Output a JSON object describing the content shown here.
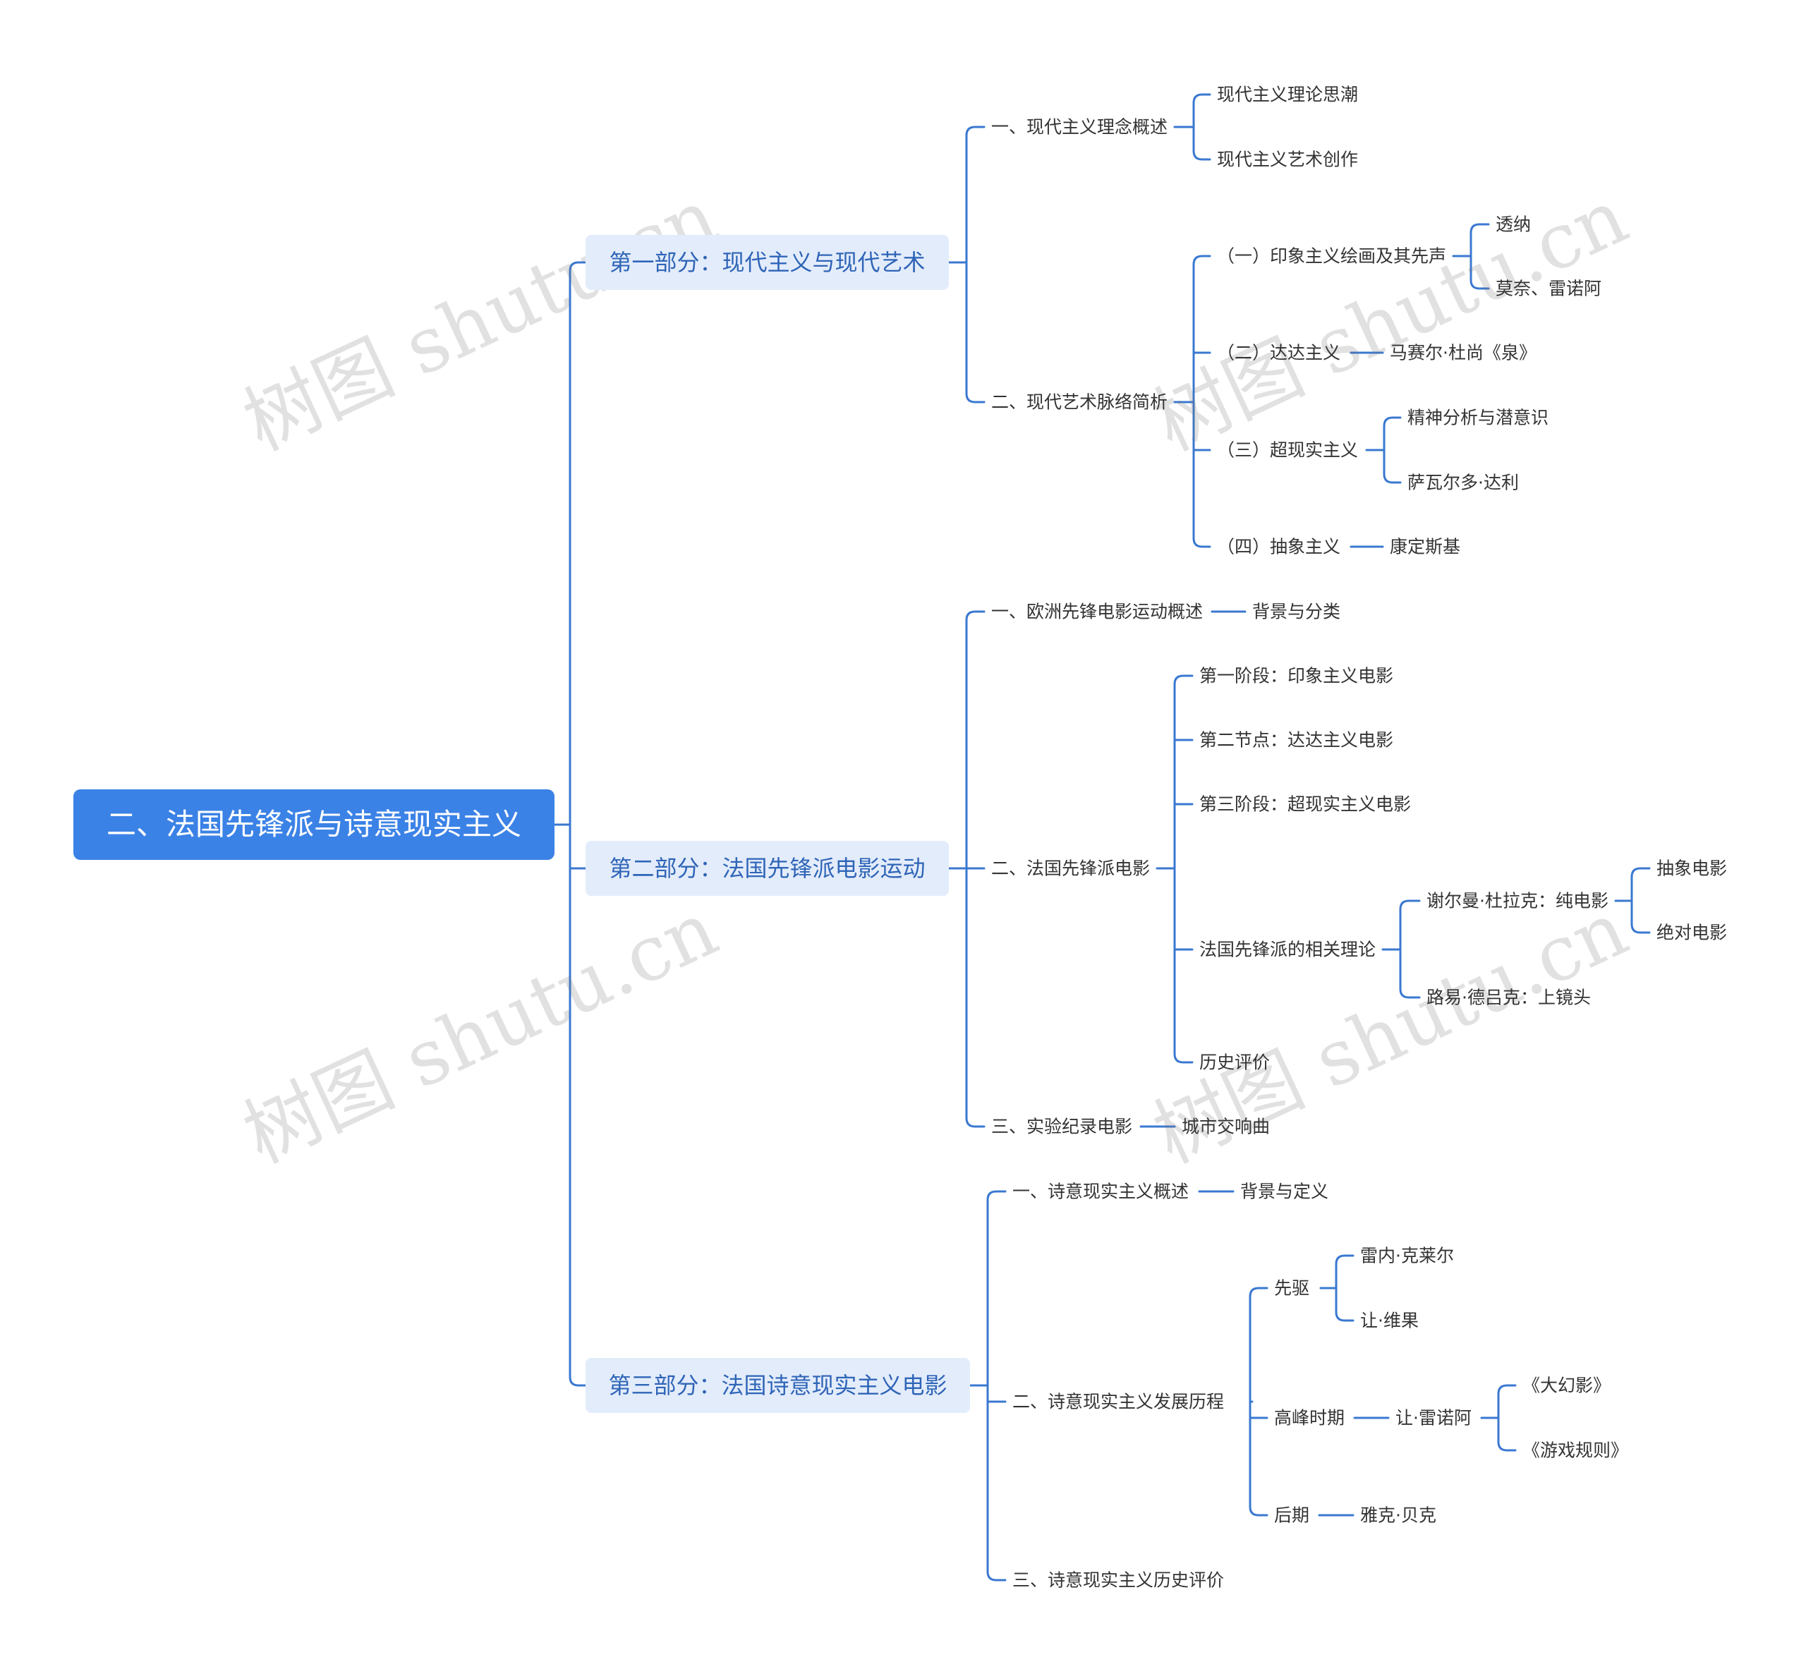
{
  "root": "二、法国先锋派与诗意现实主义",
  "watermark": "树图 shutu.cn",
  "link_color": "#3a78d0",
  "root_color": "#3b82e6",
  "branch_bg": "#e3ecfb",
  "part1": {
    "title": "第一部分：现代主义与现代艺术",
    "s1": {
      "label": "一、现代主义理念概述",
      "c1": "现代主义理论思潮",
      "c2": "现代主义艺术创作"
    },
    "s2": {
      "label": "二、现代艺术脉络简析",
      "a": {
        "label": "（一）印象主义绘画及其先声",
        "c1": "透纳",
        "c2": "莫奈、雷诺阿"
      },
      "b": {
        "label": "（二）达达主义",
        "c1": "马赛尔·杜尚《泉》"
      },
      "c": {
        "label": "（三）超现实主义",
        "c1": "精神分析与潜意识",
        "c2": "萨瓦尔多·达利"
      },
      "d": {
        "label": "（四）抽象主义",
        "c1": "康定斯基"
      }
    }
  },
  "part2": {
    "title": "第二部分：法国先锋派电影运动",
    "s1": {
      "label": "一、欧洲先锋电影运动概述",
      "c1": "背景与分类"
    },
    "s2": {
      "label": "二、法国先锋派电影",
      "p1": "第一阶段：印象主义电影",
      "p2": "第二节点：达达主义电影",
      "p3": "第三阶段：超现实主义电影",
      "theory": {
        "label": "法国先锋派的相关理论",
        "g": {
          "label": "谢尔曼·杜拉克：纯电影",
          "c1": "抽象电影",
          "c2": "绝对电影"
        },
        "l": "路易·德吕克：上镜头"
      },
      "eval": "历史评价"
    },
    "s3": {
      "label": "三、实验纪录电影",
      "c1": "城市交响曲"
    }
  },
  "part3": {
    "title": "第三部分：法国诗意现实主义电影",
    "s1": {
      "label": "一、诗意现实主义概述",
      "c1": "背景与定义"
    },
    "s2": {
      "label": "二、诗意现实主义发展历程",
      "pioneer": {
        "label": "先驱",
        "c1": "雷内·克莱尔",
        "c2": "让·维果"
      },
      "peak": {
        "label": "高峰时期",
        "person": "让·雷诺阿",
        "c1": "《大幻影》",
        "c2": "《游戏规则》"
      },
      "late": {
        "label": "后期",
        "c1": "雅克·贝克"
      }
    },
    "s3": {
      "label": "三、诗意现实主义历史评价"
    }
  }
}
